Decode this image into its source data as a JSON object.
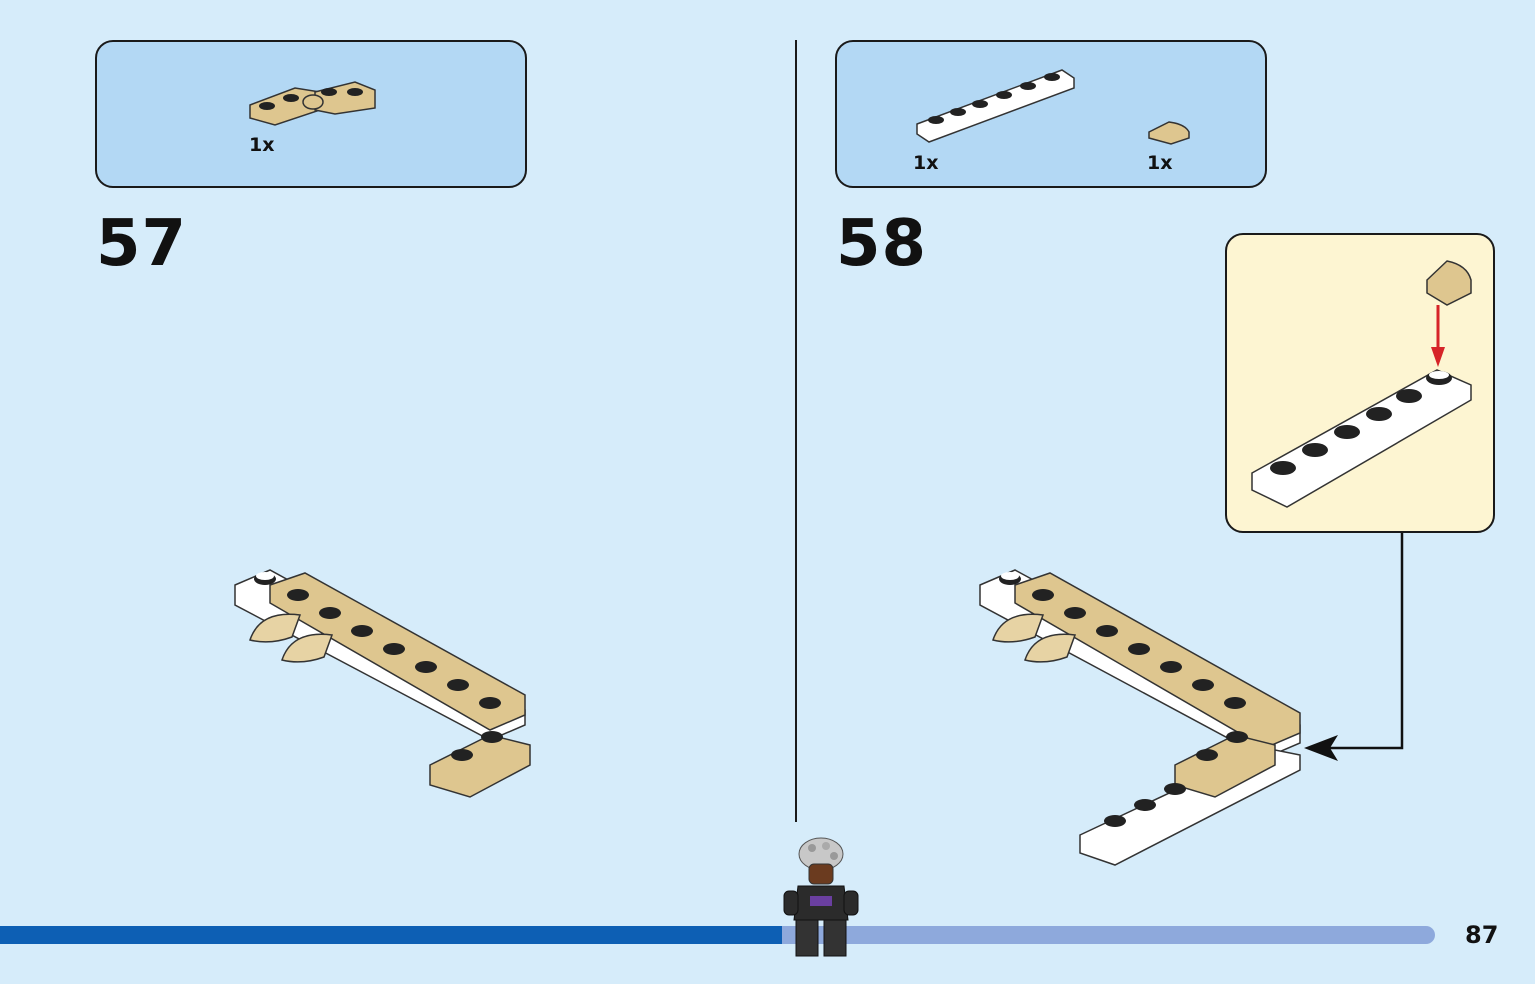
{
  "steps": [
    {
      "number": "57",
      "parts": [
        {
          "qty": "1x",
          "icon": "tan-hinge-plate-icon"
        }
      ]
    },
    {
      "number": "58",
      "parts": [
        {
          "qty": "1x",
          "icon": "white-plate-1x6-icon"
        },
        {
          "qty": "1x",
          "icon": "tan-quarter-tile-icon"
        }
      ]
    }
  ],
  "page": {
    "number": "87"
  },
  "progress": {
    "fraction": 0.545
  },
  "colors": {
    "background": "#d6ecfa",
    "parts_box": "#b3d8f4",
    "callout": "#fdf5d2",
    "tan": "#dec68f",
    "progress_fill": "#0d5fb4",
    "progress_track": "#8ea9dc",
    "arrow_red": "#d62428"
  }
}
